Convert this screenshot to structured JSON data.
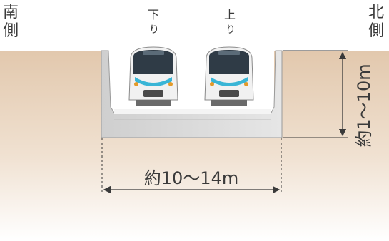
{
  "side_labels": {
    "south": [
      "南",
      "側"
    ],
    "north": [
      "北",
      "側"
    ]
  },
  "tracks": {
    "down": [
      "下",
      "り"
    ],
    "up": [
      "上",
      "り"
    ]
  },
  "dimensions": {
    "width": "約10〜14m",
    "depth": "約1〜10m"
  },
  "colors": {
    "ground": "#e6cfb7",
    "structure": "#d9d9d9",
    "structure_edge": "#9a9a9a",
    "train_body": "#f1f1f1",
    "train_window": "#2f3b46",
    "train_accent": "#39b5d6",
    "text": "#3a3a3a"
  }
}
